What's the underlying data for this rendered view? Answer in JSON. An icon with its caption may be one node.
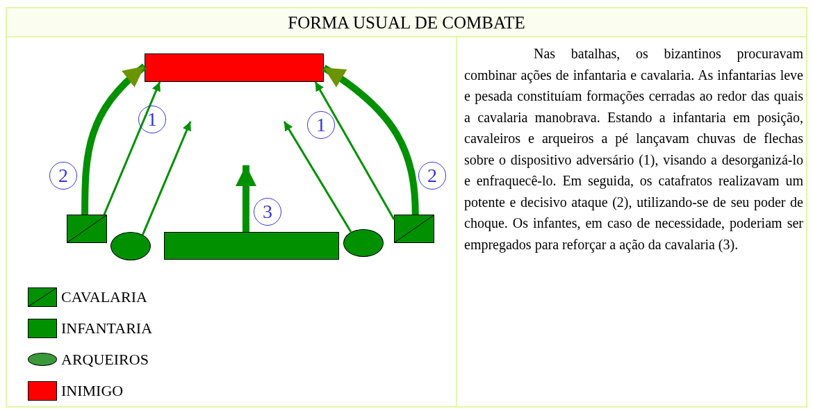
{
  "diagram": {
    "title": "FORMA USUAL DE COMBATE",
    "nodes": [
      {
        "text": [],
        "shape": "bar"
      },
      {
        "text": [],
        "shape": "box"
      },
      {
        "text": [],
        "shape": "ellipse"
      },
      {
        "text": [],
        "shape": "bar"
      },
      {
        "text": [],
        "shape": "ellipse"
      },
      {
        "text": [],
        "shape": "box"
      }
    ],
    "edges": [
      {
        "from": 1,
        "to": 0,
        "arrow": "to",
        "style": "thick"
      },
      {
        "from": 5,
        "to": 0,
        "arrow": "to",
        "style": "thick"
      },
      {
        "from": 1,
        "to": 0,
        "arrow": "to"
      },
      {
        "from": 2,
        "to": null,
        "arrow": "to"
      },
      {
        "from": 4,
        "to": null,
        "arrow": "to"
      },
      {
        "from": 5,
        "to": 0,
        "arrow": "to"
      },
      {
        "from": 3,
        "to": null,
        "arrow": "to",
        "style": "thick"
      }
    ],
    "labels": [
      "1",
      "1",
      "2",
      "2",
      "3",
      "Nas batalhas, os bizantinos procuravam combinar ações de infantaria e cavalaria. As infantarias leve e pesada constituíam formações cerradas ao redor das quais a cavalaria manobrava. Estando a infantaria em posição, cavaleiros e arqueiros a pé lançavam chuvas de flechas sobre o dispositivo adversário (1), visando a desorganizá-lo e enfraquecê-lo. Em seguida, os catafratos realizavam um potente e decisivo ataque (2), utilizando-se de seu poder de choque. Os infantes, em caso de necessidade, poderiam ser empregados para reforçar a ação da cavalaria (3)."
    ],
    "legend": [
      {
        "text": "CAVALARIA"
      },
      {
        "text": "INFANTARIA",
        "color": "#009000"
      },
      {
        "text": "ARQUEIROS"
      },
      {
        "text": "INIMIGO",
        "color": "#ff0000"
      }
    ]
  }
}
